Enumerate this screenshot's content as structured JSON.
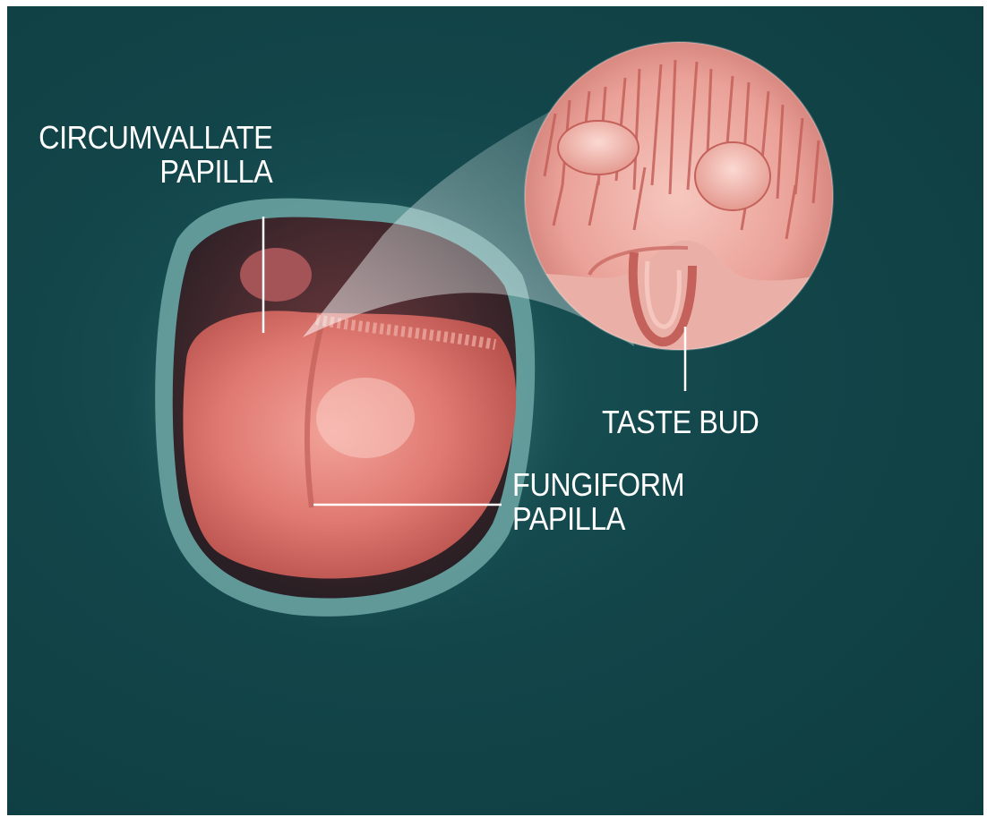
{
  "background_color": "#124549",
  "tongue_color": "#e07a72",
  "label_color": "#ffffff",
  "labels": {
    "circumvallate_line1": "CIRCUMVALLATE",
    "circumvallate_line2": "PAPILLA",
    "taste_bud": "TASTE BUD",
    "fungiform_line1": "FUNGIFORM",
    "fungiform_line2": "PAPILLA"
  }
}
